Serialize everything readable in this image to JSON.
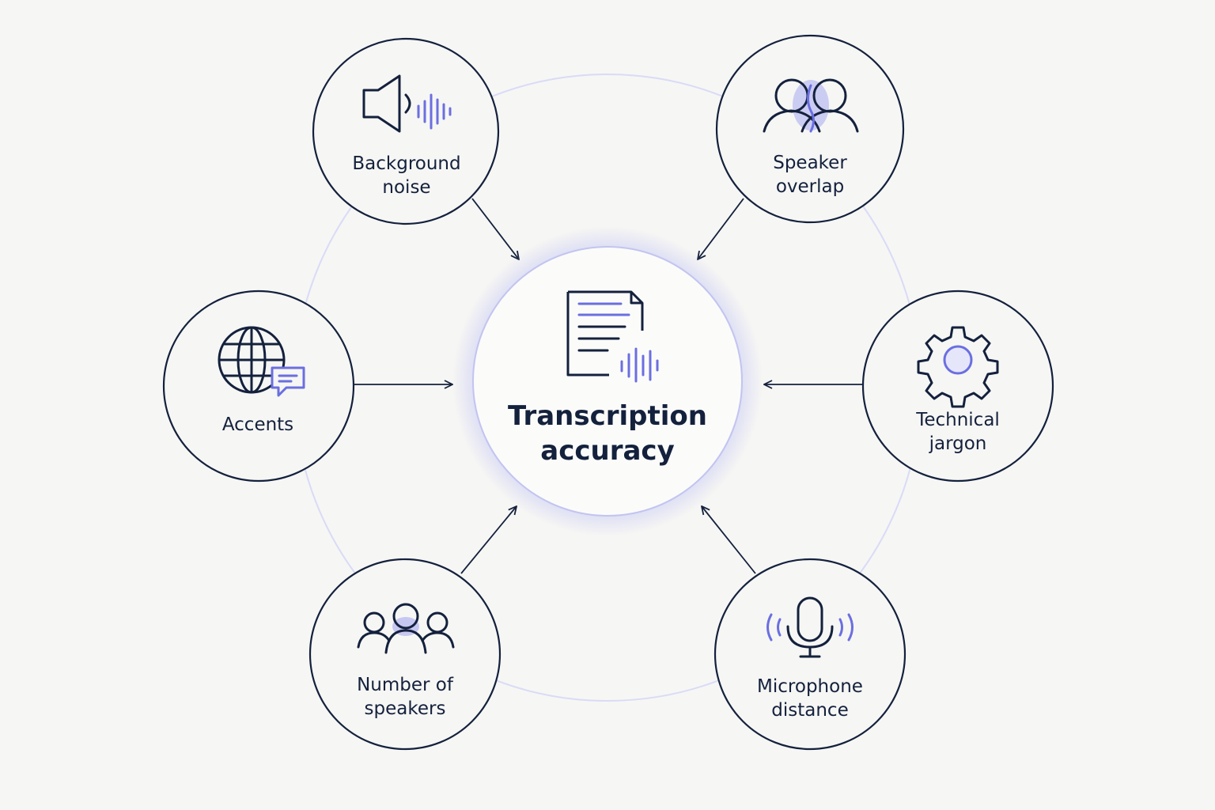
{
  "colors": {
    "background": "#f6f6f4",
    "outline": "#14213d",
    "accent": "#6b6fe0",
    "ring": "#d9dbf7"
  },
  "center": {
    "line1": "Transcription",
    "line2": "accuracy",
    "icon": "transcript-document-icon"
  },
  "factors": {
    "background_noise": {
      "line1": "Background",
      "line2": "noise",
      "icon": "speaker-sound-wave-icon"
    },
    "speaker_overlap": {
      "line1": "Speaker",
      "line2": "overlap",
      "icon": "overlapping-people-icon"
    },
    "accents": {
      "line1": "Accents",
      "icon": "globe-chat-icon"
    },
    "technical_jargon": {
      "line1": "Technical",
      "line2": "jargon",
      "icon": "gear-icon"
    },
    "number_of_speakers": {
      "line1": "Number of",
      "line2": "speakers",
      "icon": "people-group-icon"
    },
    "microphone_distance": {
      "line1": "Microphone",
      "line2": "distance",
      "icon": "microphone-icon"
    }
  }
}
